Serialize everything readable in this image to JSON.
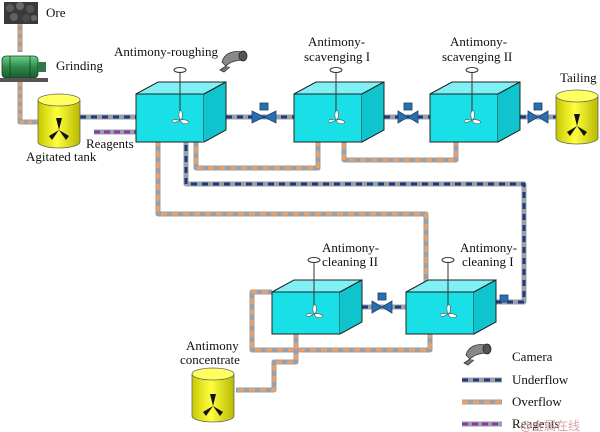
{
  "labels": {
    "ore": "Ore",
    "grinding": "Grinding",
    "agitated_tank": "Agitated tank",
    "reagents": "Reagents",
    "roughing": "Antimony-roughing",
    "scav1_line1": "Antimony-",
    "scav1_line2": "scavenging I",
    "scav2_line1": "Antimony-",
    "scav2_line2": "scavenging II",
    "tailing": "Tailing",
    "clean2_line1": "Antimony-",
    "clean2_line2": "cleaning II",
    "clean1_line1": "Antimony-",
    "clean1_line2": "cleaning I",
    "concentrate_line1": "Antimony",
    "concentrate_line2": "concentrate"
  },
  "legend": {
    "camera": "Camera",
    "underflow": "Underflow",
    "overflow": "Overflow",
    "reagents": "Reagents"
  },
  "watermark": "@金属在线",
  "colors": {
    "cell_fill": "#19e0e6",
    "tank_fill": "#f0f000",
    "underflow_dash": "#1f3a7a",
    "overflow_dash": "#f0a060",
    "pipe_base": "#9aa0a8",
    "reagent_dash": "#8a3aa0",
    "valve": "#2a6fb0"
  }
}
